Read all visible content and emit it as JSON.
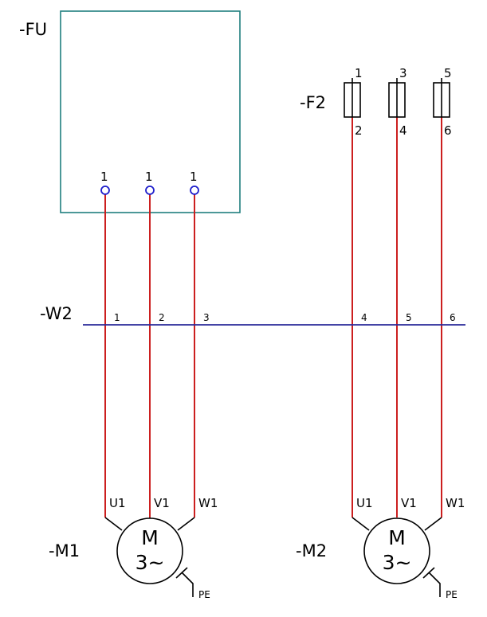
{
  "fu": {
    "label": "-FU",
    "terminals": [
      "1",
      "1",
      "1"
    ],
    "border_color": "#1f7f7f"
  },
  "f2": {
    "label": "-F2",
    "top_terms": [
      "1",
      "3",
      "5"
    ],
    "bottom_terms": [
      "2",
      "4",
      "6"
    ]
  },
  "w2": {
    "label": "-W2",
    "cores": [
      "1",
      "2",
      "3",
      "4",
      "5",
      "6"
    ],
    "line_color": "#2a2a9a"
  },
  "m1": {
    "label": "-M1",
    "letter": "M",
    "phase": "3~",
    "terms": [
      "U1",
      "V1",
      "W1"
    ],
    "pe": "PE"
  },
  "m2": {
    "label": "-M2",
    "letter": "M",
    "phase": "3~",
    "terms": [
      "U1",
      "V1",
      "W1"
    ],
    "pe": "PE"
  },
  "colors": {
    "wire": "#cc1f1f",
    "terminal": "#1f1fcc"
  }
}
